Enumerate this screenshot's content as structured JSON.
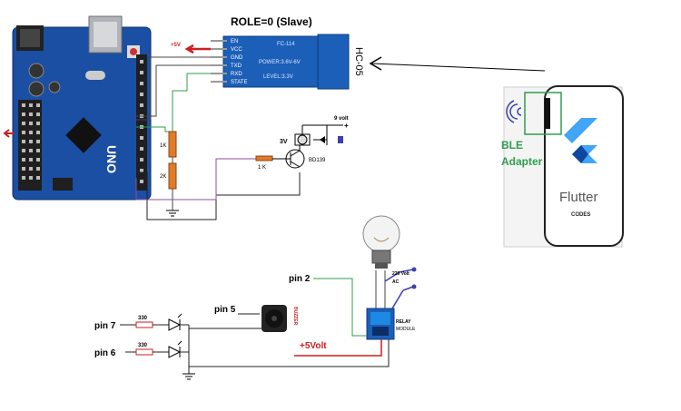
{
  "title": "ROLE=0 (Slave)",
  "hc05": {
    "module_label": "HC-05",
    "pins": [
      "EN",
      "VCC",
      "GND",
      "TXD",
      "RXD",
      "STATE"
    ],
    "board_text": [
      "FC-114",
      "POWER:3.6V-6V",
      "LEVEL:3.3V"
    ],
    "supply_label": "+5V"
  },
  "arduino": {
    "board_label": "UNO"
  },
  "resistors": {
    "r1": "1K",
    "r2": "2K",
    "base": "1 K"
  },
  "motor": {
    "label": "3V",
    "supply": "9 volt"
  },
  "transistor": {
    "label": "BD139"
  },
  "phone": {
    "app_name": "Flutter",
    "brand": "CODES",
    "ble_line1": "BLE",
    "ble_line2": "Adapter"
  },
  "bottom_circuit": {
    "pin2": "pin 2",
    "pin5": "pin 5",
    "pin7": "pin 7",
    "pin6": "pin 6",
    "r_pin7": "330",
    "r_pin6": "330",
    "buzzer": "BUZZER",
    "relay_line1": "RELAY",
    "relay_line2": "MODULE",
    "mains": "220 Volt",
    "mains_ac": "AC",
    "supply": "+5Volt"
  },
  "colors": {
    "board_blue": "#1a4fa3",
    "green_wire": "#2e9e4f",
    "purple_wire": "#8e4ba0",
    "red_wire": "#cc1f1f",
    "blue_wire": "#3b3fb0",
    "flutter_blue": "#42a5f5"
  }
}
